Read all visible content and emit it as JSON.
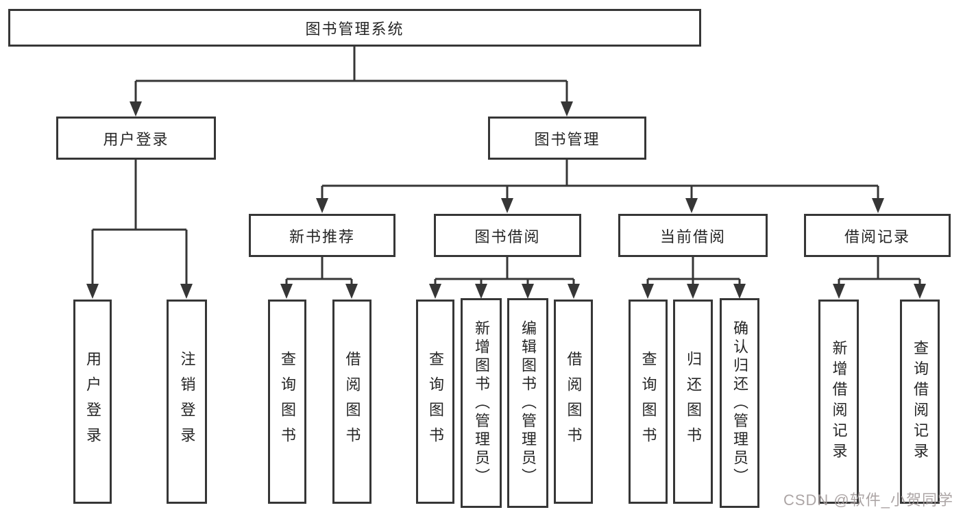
{
  "diagram": {
    "root": {
      "label": "图书管理系统"
    },
    "level2": [
      {
        "id": "user-login",
        "label": "用户登录"
      },
      {
        "id": "book-management",
        "label": "图书管理"
      }
    ],
    "level3": [
      {
        "parent": "book-management",
        "id": "new-book-recommend",
        "label": "新书推荐"
      },
      {
        "parent": "book-management",
        "id": "book-borrowing",
        "label": "图书借阅"
      },
      {
        "parent": "book-management",
        "id": "current-borrowing",
        "label": "当前借阅"
      },
      {
        "parent": "book-management",
        "id": "borrowing-records",
        "label": "借阅记录"
      }
    ],
    "leaves": [
      {
        "parent": "user-login",
        "label": "用户登录"
      },
      {
        "parent": "user-login",
        "label": "注销登录"
      },
      {
        "parent": "new-book-recommend",
        "label": "查询图书"
      },
      {
        "parent": "new-book-recommend",
        "label": "借阅图书"
      },
      {
        "parent": "book-borrowing",
        "label": "查询图书"
      },
      {
        "parent": "book-borrowing",
        "label": "新增图书（管理员）"
      },
      {
        "parent": "book-borrowing",
        "label": "编辑图书（管理员）"
      },
      {
        "parent": "book-borrowing",
        "label": "借阅图书"
      },
      {
        "parent": "current-borrowing",
        "label": "查询图书"
      },
      {
        "parent": "current-borrowing",
        "label": "归还图书"
      },
      {
        "parent": "current-borrowing",
        "label": "确认归还（管理员）"
      },
      {
        "parent": "borrowing-records",
        "label": "新增借阅记录"
      },
      {
        "parent": "borrowing-records",
        "label": "查询借阅记录"
      }
    ]
  },
  "watermark": "CSDN @软件_小贺同学",
  "colors": {
    "line": "#363636",
    "text": "#262626",
    "box_fill": "#ffffff",
    "watermark": "#a49c9c",
    "background": "#ffffff"
  }
}
